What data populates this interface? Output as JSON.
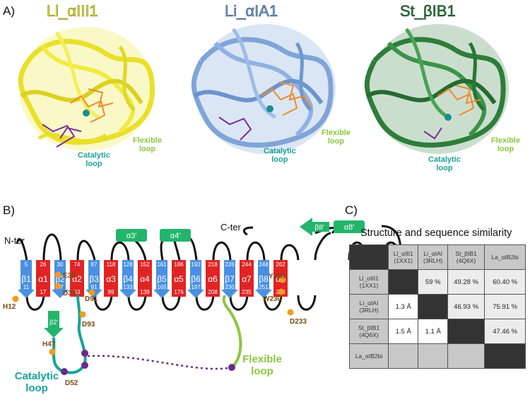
{
  "colors": {
    "yellow_structure": "#ece631",
    "blue_structure": "#7fa4d8",
    "green_structure": "#2e7d3a",
    "ligand_orange": "#ef8a2c",
    "ligand_purple": "#7a2aa0",
    "metal_teal": "#1a8f8f",
    "beta_strand": "#4a90e2",
    "alpha_helix": "#e02424",
    "extra_helix": "#23b56b",
    "catalytic_loop": "#17a39a",
    "flexible_loop": "#8cc63f",
    "marker_orange": "#f39c1e",
    "marker_purple": "#6a2a8a"
  },
  "panel_a": {
    "label": "A)",
    "structures": [
      {
        "title": "Ll_αIII1",
        "catalytic_label": "",
        "flexible_label": "Flexible\nloop"
      },
      {
        "title": "Li_αIA1",
        "catalytic_label": "Catalytic\nloop",
        "flexible_label": "Flexible\nloop"
      },
      {
        "title": "St_βIB1",
        "catalytic_label": "Catalytic\nloop",
        "flexible_label": "Flexible\nloop"
      }
    ],
    "first_catalytic_label": "Catalytic\nloop"
  },
  "panel_b": {
    "label": "B)",
    "n_ter": "N-ter",
    "c_ter": "C-ter",
    "elements": [
      {
        "type": "beta",
        "name": "β1",
        "top": "5",
        "bottom": "11"
      },
      {
        "type": "alpha",
        "name": "α1",
        "top": "26",
        "bottom": "17"
      },
      {
        "type": "beta",
        "name": "β2",
        "top": "30",
        "bottom": "37"
      },
      {
        "type": "alpha",
        "name": "α2",
        "top": "74",
        "bottom": "63"
      },
      {
        "type": "beta",
        "name": "β3",
        "top": "87",
        "bottom": "91"
      },
      {
        "type": "alpha",
        "name": "α3",
        "top": "118",
        "bottom": "99"
      },
      {
        "type": "beta",
        "name": "β4",
        "top": "128",
        "bottom": "133"
      },
      {
        "type": "alpha",
        "name": "α4",
        "top": "152",
        "bottom": "139"
      },
      {
        "type": "beta",
        "name": "β5",
        "top": "161",
        "bottom": "165"
      },
      {
        "type": "alpha",
        "name": "α5",
        "top": "186",
        "bottom": "176"
      },
      {
        "type": "beta",
        "name": "β6",
        "top": "192",
        "bottom": "197"
      },
      {
        "type": "alpha",
        "name": "α6",
        "top": "218",
        "bottom": "208"
      },
      {
        "type": "beta",
        "name": "β7",
        "top": "226",
        "bottom": "230"
      },
      {
        "type": "alpha",
        "name": "α7",
        "top": "244",
        "bottom": "235"
      },
      {
        "type": "beta",
        "name": "β8",
        "top": "248",
        "bottom": "251"
      },
      {
        "type": "alpha",
        "name": "α8",
        "top": "262",
        "bottom": "254"
      }
    ],
    "extra_helices": [
      "α3′",
      "α4′",
      "α8′"
    ],
    "extra_strands": [
      "β8′",
      "β2′"
    ],
    "residues": [
      "E32",
      "D34",
      "H12",
      "D91",
      "D93",
      "Y228",
      "W230",
      "D233",
      "H47",
      "D52"
    ],
    "catalytic_loop": "Catalytic\nloop",
    "flexible_loop": "Flexible\nloop"
  },
  "panel_c": {
    "label": "C)",
    "title": "Structure and sequence similarity",
    "columns": [
      "Ll_αIII1\n(1XX1)",
      "Li_αIAI\n(3RLH)",
      "St_βIB1\n(4Q6X)",
      "La_αIB2bi"
    ],
    "rows": [
      {
        "label": "Ll_αIII1\n(1XX1)",
        "cells": [
          "",
          "59 %",
          "49.28 %",
          "60.40 %"
        ]
      },
      {
        "label": "Li_αIAI\n(3RLH)",
        "cells": [
          "1.3 Å",
          "",
          "46.93 %",
          "75.91 %"
        ]
      },
      {
        "label": "St_βIB1\n(4Q6X)",
        "cells": [
          "1.5 Å",
          "1.1 Å",
          "",
          "47.46 %"
        ]
      },
      {
        "label": "La_αIB2bi",
        "cells": [
          "",
          "",
          "",
          ""
        ]
      }
    ]
  }
}
